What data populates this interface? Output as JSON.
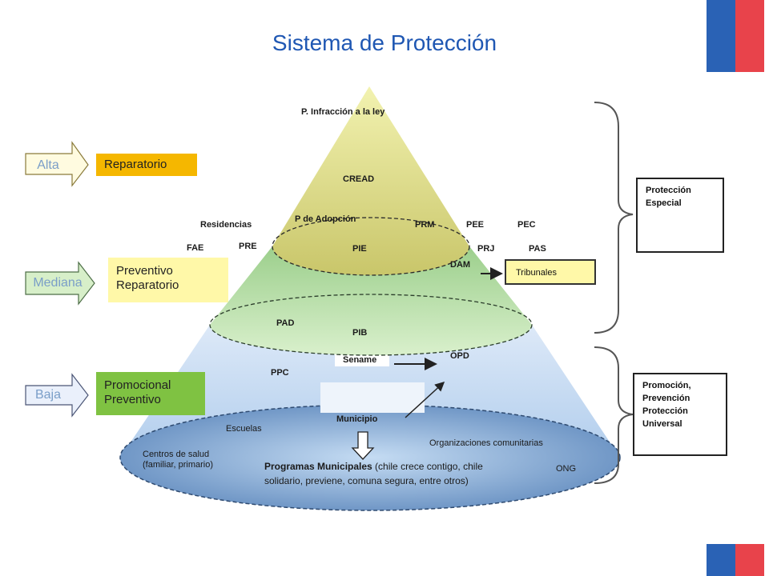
{
  "title": "Sistema de Protección",
  "colors": {
    "title": "#1f57b3",
    "flag_blue": "#2a62b5",
    "flag_red": "#e8434b",
    "alta_box": "#f5b700",
    "mediana_box": "#fff8a8",
    "baja_box": "#7fc242",
    "tier_high": "#d6d682",
    "tier_mid": "#a8d39a",
    "tier_low": "#bcd6f0"
  },
  "levels": [
    {
      "label": "Alta",
      "function_lines": [
        "Reparatorio"
      ]
    },
    {
      "label": "Mediana",
      "function_lines": [
        "Preventivo",
        "Reparatorio"
      ]
    },
    {
      "label": "Baja",
      "function_lines": [
        "Promocional",
        "Preventivo"
      ]
    }
  ],
  "pyramid": {
    "top": [
      "P. Infracción a la ley",
      "CREAD",
      "Residencias",
      "P de Adopción",
      "PRM",
      "PEE",
      "PEC",
      "FAE",
      "PRE",
      "PIE",
      "PRJ",
      "PAS",
      "DAM"
    ],
    "middle": [
      "PAD",
      "PIB"
    ],
    "bottom": {
      "ppc": "PPC",
      "sename": "Sename",
      "opd": "OPD",
      "municipio": "Municipio",
      "escuelas": "Escuelas",
      "centros_line1": "Centros de salud",
      "centros_line2": "(familiar, primario)",
      "organizaciones": "Organizaciones comunitarias",
      "programas_bold": "Programas Municipales",
      "programas_rest_line1": " (chile crece contigo, chile",
      "programas_line2": "solidario, previene, comuna segura, entre otros)",
      "ong": "ONG"
    }
  },
  "tribunales": "Tribunales",
  "right_boxes": {
    "especial": [
      "Protección",
      "Especial"
    ],
    "universal": [
      "Promoción,",
      "Prevención",
      "Protección",
      "Universal"
    ]
  }
}
